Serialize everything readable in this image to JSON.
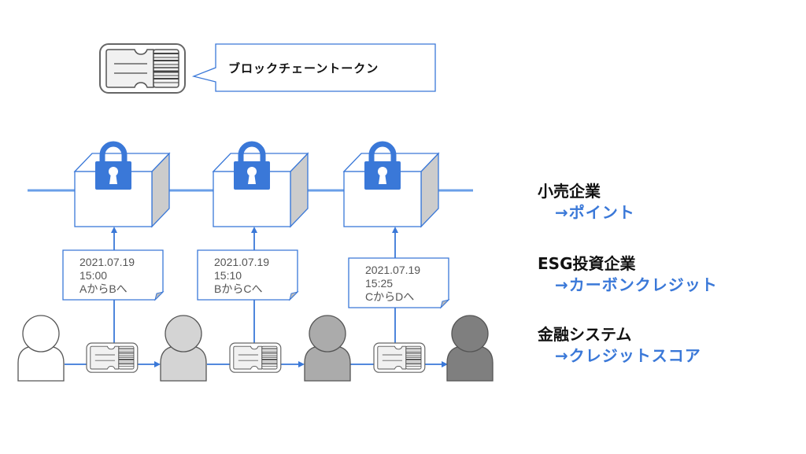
{
  "legend": {
    "token_label": "ブロックチェーントークン"
  },
  "colors": {
    "accent": "#3a78d8",
    "chain_line": "#6a9fe8",
    "block_side": "#cccccc",
    "person_shades": [
      "#ffffff",
      "#d4d4d4",
      "#ababab",
      "#7f7f7f"
    ]
  },
  "transactions": [
    {
      "date": "2021.07.19",
      "time": "15:00",
      "transfer": "AからBへ"
    },
    {
      "date": "2021.07.19",
      "time": "15:10",
      "transfer": "BからCへ"
    },
    {
      "date": "2021.07.19",
      "time": "15:25",
      "transfer": "CからDへ"
    }
  ],
  "use_cases": [
    {
      "category": "小売企業",
      "value": "→ポイント"
    },
    {
      "category": "ESG投資企業",
      "value": "→カーボンクレジット"
    },
    {
      "category": "金融システム",
      "value": "→クレジットスコア"
    }
  ]
}
